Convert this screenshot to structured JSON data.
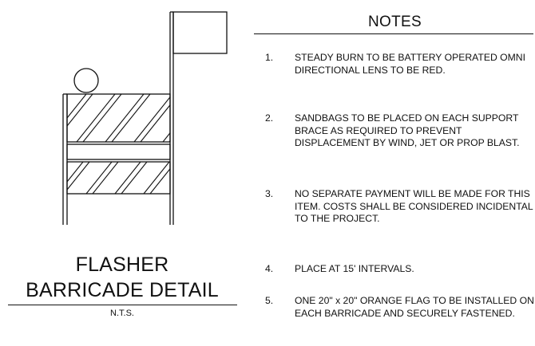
{
  "title": {
    "line1": "FLASHER",
    "line2": "BARRICADE DETAIL",
    "scale_note": "N.T.S."
  },
  "notes": {
    "heading": "NOTES",
    "items": [
      {
        "number": "1.",
        "text": "STEADY BURN TO BE BATTERY OPERATED OMNI DIRECTIONAL LENS TO BE RED."
      },
      {
        "number": "2.",
        "text": "SANDBAGS TO BE PLACED ON EACH SUPPORT BRACE AS REQUIRED TO PREVENT DISPLACEMENT BY WIND, JET OR PROP BLAST."
      },
      {
        "number": "3.",
        "text": "NO SEPARATE PAYMENT WILL BE MADE FOR THIS ITEM. COSTS SHALL BE CONSIDERED INCIDENTAL TO THE PROJECT."
      },
      {
        "number": "4.",
        "text": "PLACE AT 15' INTERVALS."
      },
      {
        "number": "5.",
        "text": "ONE 20\" x 20\" ORANGE FLAG TO BE INSTALLED ON EACH BARRICADE AND SECURELY FASTENED."
      }
    ]
  },
  "colors": {
    "ink": "#111111",
    "background": "#ffffff"
  }
}
